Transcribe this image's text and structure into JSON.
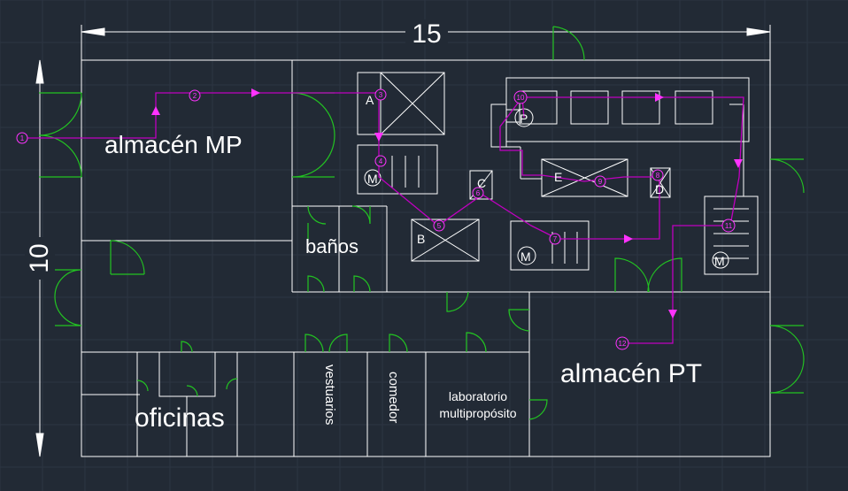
{
  "dimensions": {
    "width": "15",
    "height": "10"
  },
  "rooms": {
    "almacen_mp": "almacén MP",
    "banos": "baños",
    "oficinas": "oficinas",
    "vestuarios": "vestuarios",
    "comedor": "comedor",
    "laboratorio_line1": "laboratorio",
    "laboratorio_line2": "multipropósito",
    "almacen_pt": "almacén PT"
  },
  "machines": {
    "A": "A",
    "B": "B",
    "C": "C",
    "D": "D",
    "E": "E",
    "P": "P",
    "M": "M"
  },
  "route_steps": [
    "1",
    "2",
    "3",
    "4",
    "5",
    "6",
    "7",
    "8",
    "9",
    "10",
    "11",
    "12"
  ],
  "colors": {
    "background": "#222a35",
    "walls": "#ffffff",
    "doors": "#22c322",
    "route": "#c000c0",
    "markers": "#ff33ff"
  }
}
